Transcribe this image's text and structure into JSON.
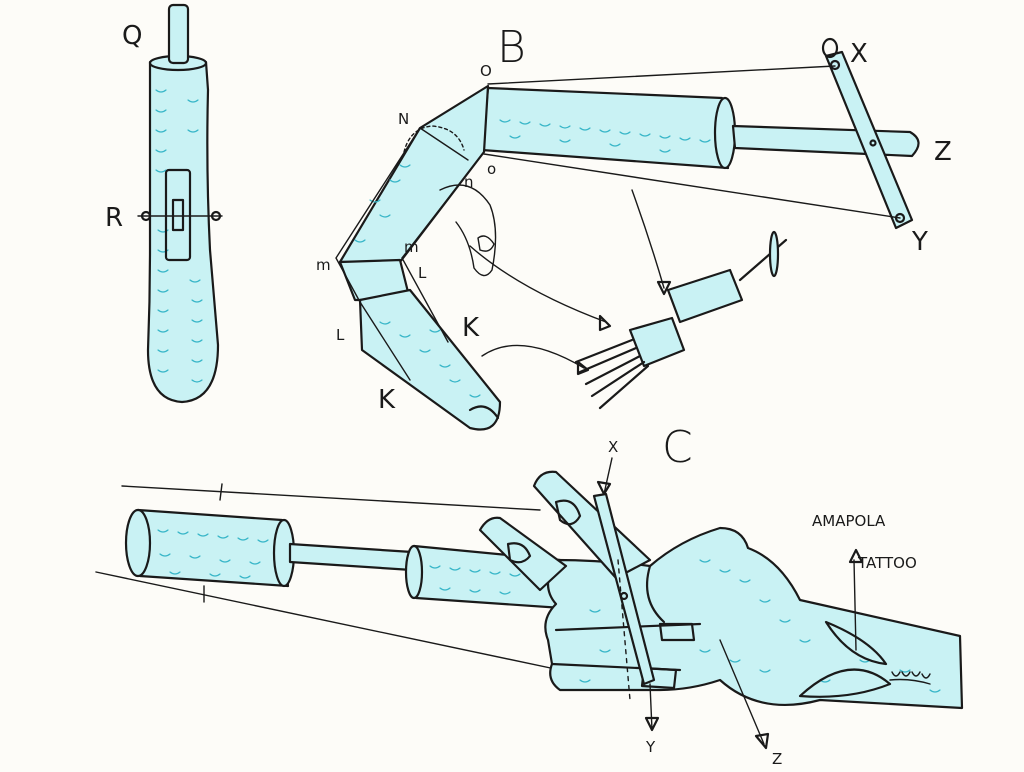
{
  "figure": {
    "section_labels": {
      "b": "B",
      "c": "C"
    },
    "labels_a": {
      "q": "Q",
      "r": "R"
    },
    "labels_b": {
      "n": "N",
      "o_top": "O",
      "n_small": "n",
      "o_small": "o",
      "m_left": "m",
      "m_right": "m",
      "l_left": "L",
      "l_right": "L",
      "k_right": "K",
      "k_left": "K",
      "x": "X",
      "y": "Y",
      "z": "Z"
    },
    "labels_c": {
      "x": "X",
      "y": "Y",
      "z": "Z"
    },
    "annotation": {
      "line1": "AMAPOLA",
      "line2": "TATTOO"
    },
    "colors": {
      "ink": "#1a1a1a",
      "fill": "#c9f2f4",
      "hatch": "#38b6c8"
    }
  }
}
